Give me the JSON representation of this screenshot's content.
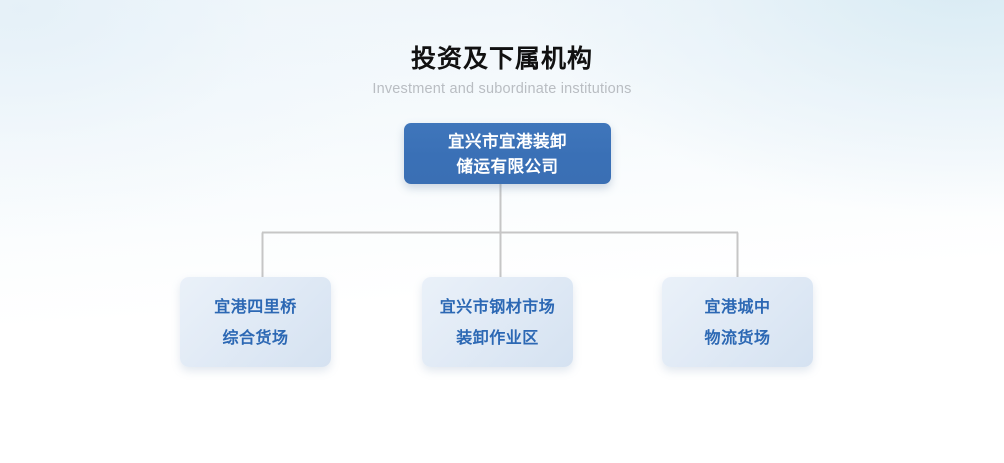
{
  "heading": {
    "title": "投资及下属机构",
    "subtitle": "Investment and subordinate institutions"
  },
  "chart_data": {
    "type": "diagram",
    "diagram_kind": "organization-chart",
    "title": "投资及下属机构",
    "subtitle": "Investment and subordinate institutions",
    "root": {
      "label": "宜兴市宜港装卸\n储运有限公司",
      "line1": "宜兴市宜港装卸",
      "line2": "储运有限公司"
    },
    "children": [
      {
        "label": "宜港四里桥\n综合货场",
        "line1": "宜港四里桥",
        "line2": "综合货场"
      },
      {
        "label": "宜兴市钢材市场\n装卸作业区",
        "line1": "宜兴市钢材市场",
        "line2": "装卸作业区"
      },
      {
        "label": "宜港城中\n物流货场",
        "line1": "宜港城中",
        "line2": "物流货场"
      }
    ],
    "edges": [
      {
        "from": "root",
        "to": "宜港四里桥综合货场"
      },
      {
        "from": "root",
        "to": "宜兴市钢材市场装卸作业区"
      },
      {
        "from": "root",
        "to": "宜港城中物流货场"
      }
    ],
    "colors": {
      "root_fill": "#3a70b6",
      "root_text": "#ffffff",
      "child_fill": "#e2ebf6",
      "child_text": "#2c68b4",
      "connector": "#c6c6c6",
      "title_text": "#111111",
      "subtitle_text": "#b9bdc2",
      "background_top": "#eef5fa",
      "background_bottom": "#ffffff"
    }
  }
}
